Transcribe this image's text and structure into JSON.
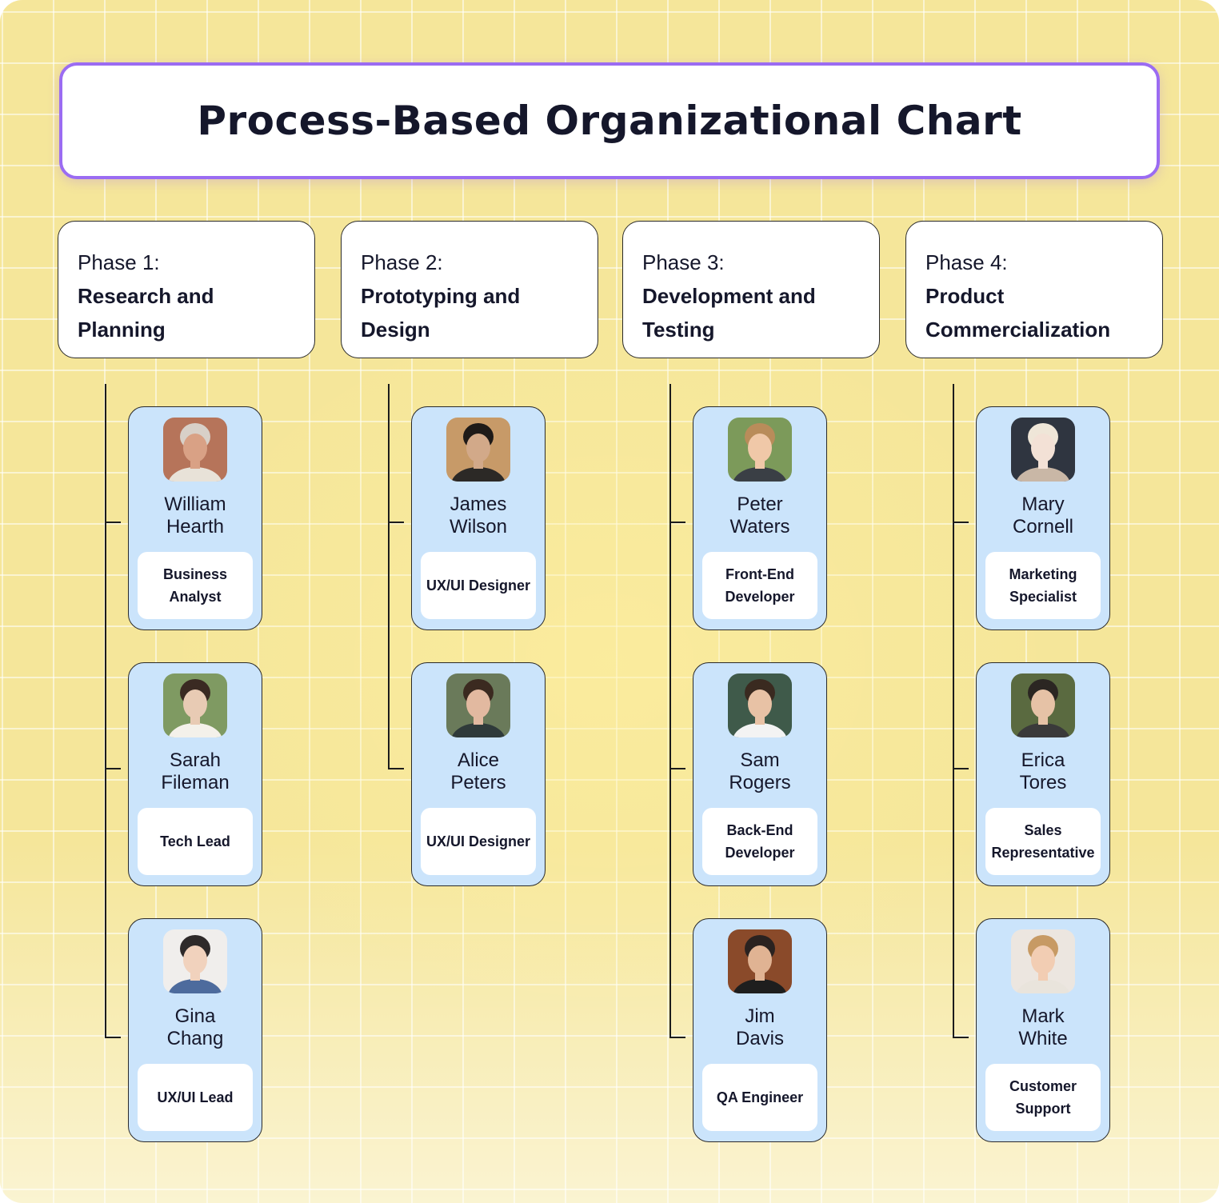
{
  "title": "Process-Based Organizational Chart",
  "colors": {
    "title_border": "#9b6cf2",
    "card_bg": "#cbe4fb",
    "background": "#f5e69a"
  },
  "phases": [
    {
      "num": "Phase 1:",
      "name": "Research and Planning",
      "members": [
        {
          "first": "William",
          "last": "Hearth",
          "role": "Business Analyst",
          "icon": "avatar-william-hearth"
        },
        {
          "first": "Sarah",
          "last": "Fileman",
          "role": "Tech Lead",
          "icon": "avatar-sarah-fileman"
        },
        {
          "first": "Gina",
          "last": "Chang",
          "role": "UX/UI Lead",
          "icon": "avatar-gina-chang"
        }
      ]
    },
    {
      "num": "Phase 2:",
      "name": "Prototyping and Design",
      "members": [
        {
          "first": "James",
          "last": "Wilson",
          "role": "UX/UI Designer",
          "icon": "avatar-james-wilson"
        },
        {
          "first": "Alice",
          "last": "Peters",
          "role": "UX/UI Designer",
          "icon": "avatar-alice-peters"
        }
      ]
    },
    {
      "num": "Phase 3:",
      "name": "Development and Testing",
      "members": [
        {
          "first": "Peter",
          "last": "Waters",
          "role": "Front-End Developer",
          "icon": "avatar-peter-waters"
        },
        {
          "first": "Sam",
          "last": "Rogers",
          "role": "Back-End Developer",
          "icon": "avatar-sam-rogers"
        },
        {
          "first": "Jim",
          "last": "Davis",
          "role": "QA Engineer",
          "icon": "avatar-jim-davis"
        }
      ]
    },
    {
      "num": "Phase 4:",
      "name": "Product Commercialization",
      "members": [
        {
          "first": "Mary",
          "last": "Cornell",
          "role": "Marketing Specialist",
          "icon": "avatar-mary-cornell"
        },
        {
          "first": "Erica",
          "last": "Tores",
          "role": "Sales Representative",
          "icon": "avatar-erica-tores"
        },
        {
          "first": "Mark",
          "last": "White",
          "role": "Customer Support",
          "icon": "avatar-mark-white"
        }
      ]
    }
  ]
}
